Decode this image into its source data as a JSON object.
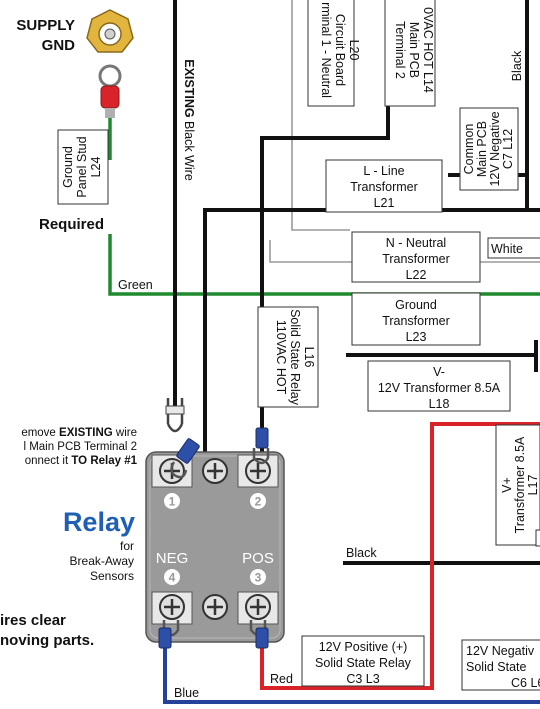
{
  "supply_gnd": {
    "line1": "SUPPLY",
    "line2": "GND"
  },
  "ground_stud": {
    "line1": "Ground",
    "line2": "Panel Stud",
    "line3": "L24"
  },
  "required_label": "Required",
  "existing_wire": {
    "bold": "EXISTING",
    "rest": " Black Wire"
  },
  "terminal1": {
    "line1": "rminal 1 - Neutral",
    "line2": "Circuit Board",
    "line3": "L20"
  },
  "terminal2": {
    "line1": "Terminal 2",
    "line2": "Main PCB",
    "line3": "0VAC HOT L14"
  },
  "black_top_right": "Black",
  "common_pcb": {
    "line1": "Common",
    "line2": "Main PCB",
    "line3": "12V Negative",
    "line4": "C7 L12"
  },
  "l_line": {
    "line1": "L - Line",
    "line2": "Transformer",
    "line3": "L21"
  },
  "n_neutral": {
    "line1": "N - Neutral",
    "line2": "Transformer",
    "line3": "L22"
  },
  "white_label": "White",
  "green_label": "Green",
  "ground_transformer": {
    "line1": "Ground",
    "line2": "Transformer",
    "line3": "L23"
  },
  "hot_relay": {
    "line1": "110VAC HOT",
    "line2": "Solid State Relay",
    "line3": "L16"
  },
  "v_minus": {
    "line1": "V-",
    "line2": "12V Transformer 8.5A",
    "line3": "L18"
  },
  "v_plus": {
    "line1": "V+",
    "line2": "Transformer 8.5A",
    "line3": "L17"
  },
  "instruction": {
    "l1_pre": "emove ",
    "l1_bold": "EXISTING",
    "l1_post": " wire",
    "l2": "l Main PCB Terminal 2",
    "l3_pre": "onnect it ",
    "l3_bold": "TO Relay #1"
  },
  "relay_title": "Relay",
  "relay_sub": {
    "line1": "for",
    "line2": "Break-Away",
    "line3": "Sensors"
  },
  "relay_terminals": {
    "t1": "1",
    "t2": "2",
    "t3": "3",
    "t4": "4",
    "neg": "NEG",
    "pos": "POS"
  },
  "black_mid": "Black",
  "warning": {
    "line1": "ires clear",
    "line2": "noving parts."
  },
  "positive_relay": {
    "line1": "12V Positive (+)",
    "line2": "Solid State Relay",
    "line3": "C3 L3"
  },
  "negative_relay": {
    "line1": "12V Negativ",
    "line2": "Solid State",
    "line3": "C6 L6"
  },
  "red_label": "Red",
  "blue_label": "Blue",
  "colors": {
    "black": "#111111",
    "green": "#1e8a2e",
    "red": "#d8232a",
    "blue": "#24429a",
    "relay_body": "#9a9a9a",
    "relay_title": "#1f5fb4"
  }
}
